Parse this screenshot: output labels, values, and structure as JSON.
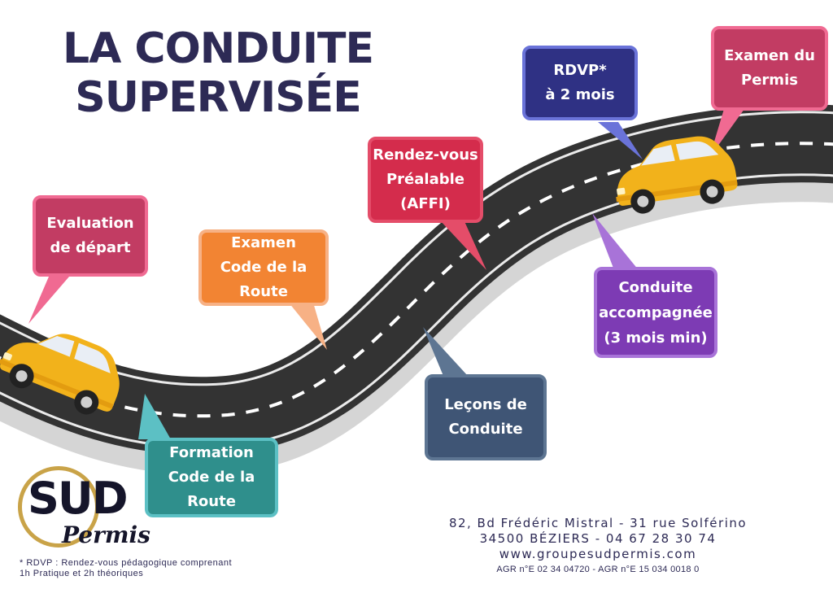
{
  "title": {
    "line1": "LA CONDUITE",
    "line2": "SUPERVISÉE"
  },
  "steps": [
    {
      "lines": [
        "Evaluation",
        "de départ"
      ],
      "color": "#c23c63"
    },
    {
      "lines": [
        "Formation",
        "Code de la Route"
      ],
      "color": "#2f8f8c"
    },
    {
      "lines": [
        "Examen",
        "Code de la Route"
      ],
      "color": "#f28433"
    },
    {
      "lines": [
        "Rendez-vous",
        "Préalable",
        "(AFFI)"
      ],
      "color": "#d42c4c"
    },
    {
      "lines": [
        "Leçons de",
        "Conduite"
      ],
      "color": "#3f5575"
    },
    {
      "lines": [
        "Conduite",
        "accompagnée",
        "(3 mois min)"
      ],
      "color": "#7d3bb4"
    },
    {
      "lines": [
        "RDVP*",
        "à 2 mois"
      ],
      "color": "#2f3184"
    },
    {
      "lines": [
        "Examen du",
        "Permis"
      ],
      "color": "#c23c63"
    }
  ],
  "logo": {
    "brand": "SUD",
    "script": "Permis",
    "gold": "#c9a348"
  },
  "footnote": {
    "line1": "* RDVP : Rendez-vous pédagogique comprenant",
    "line2": "1h Pratique et 2h théoriques"
  },
  "contact": {
    "address": "82, Bd Frédéric Mistral - 31 rue Solférino",
    "city_phone": "34500 BÉZIERS - 04 67 28 30 74",
    "website": "www.groupesudpermis.com",
    "agr": "AGR n°E 02 34 04720 - AGR n°E 15 034 0018 0"
  },
  "colors": {
    "title": "#2d2a55",
    "road": "#333333",
    "car": "#f2b21b"
  }
}
